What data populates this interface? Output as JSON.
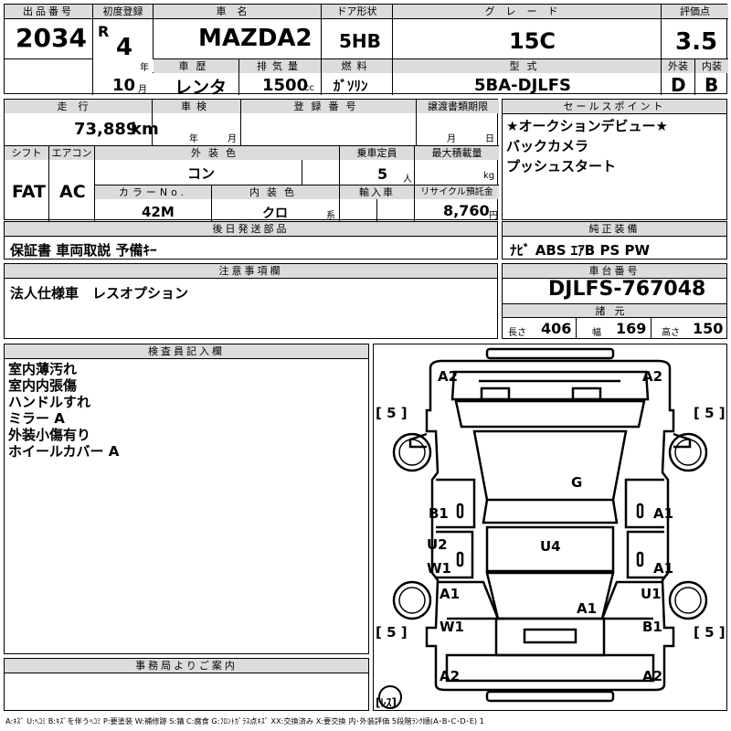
{
  "row1": {
    "lot_label": "出品番号",
    "lot_value": "2034",
    "reg_label": "初度登録",
    "reg_era": "R",
    "reg_year": "4",
    "reg_year_unit": "年",
    "reg_month": "10",
    "reg_month_unit": "月",
    "car_name_label": "車名",
    "car_name": "MAZDA2",
    "door_label": "ドア形状",
    "door_value": "5HB",
    "grade_label": "グレード",
    "grade_value": "15C",
    "score_label": "評価点",
    "score_value": "3.5",
    "history_label": "車歴",
    "history_value": "レンタ",
    "cc_label": "排気量",
    "cc_value": "1500",
    "cc_unit": "cc",
    "fuel_label": "燃料",
    "fuel_value": "ｶﾞｿﾘﾝ",
    "model_label": "型式",
    "model_value": "5BA-DJLFS",
    "ext_label": "外装",
    "ext_value": "D",
    "int_label": "内装",
    "int_value": "B"
  },
  "row2": {
    "mileage_label": "走行",
    "mileage_value": "73,889",
    "mileage_unit": "km",
    "inspection_label": "車検",
    "inspection_year_unit": "年",
    "inspection_month_unit": "月",
    "regno_label": "登録番号",
    "transfer_label": "譲渡書類期限",
    "transfer_month_unit": "月",
    "transfer_day_unit": "日",
    "shift_label": "シフト",
    "shift_value": "FAT",
    "ac_label": "エアコン",
    "ac_value": "AC",
    "color_label": "外装色",
    "color_value": "コン",
    "capacity_label": "乗車定員",
    "capacity_value": "5",
    "capacity_unit": "人",
    "load_label": "最大積載量",
    "load_unit": "kg",
    "colorno_label": "カラーNo.",
    "colorno_value": "42M",
    "interior_color_label": "内装色",
    "interior_color_value": "クロ",
    "interior_color_unit": "系",
    "import_label": "輸入車",
    "recycle_label": "リサイクル預託金",
    "recycle_value": "8,760",
    "recycle_unit": "円"
  },
  "sales": {
    "label": "セールスポイント",
    "lines": [
      "★オークションデビュー★",
      "バックカメラ",
      "プッシュスタート"
    ]
  },
  "later": {
    "label": "後日発送部品",
    "value": "保証書 車両取説 予備ｷｰ"
  },
  "equipment": {
    "label": "純正装備",
    "value": "ﾅﾋﾞ ABS ｴｱB PS PW"
  },
  "notes": {
    "label": "注意事項欄",
    "value": "法人仕様車　レスオプション"
  },
  "chassis": {
    "label": "車台番号",
    "value": "DJLFS-767048"
  },
  "specs": {
    "label": "諸元",
    "length_label": "長さ",
    "length": "406",
    "width_label": "幅",
    "width": "169",
    "height_label": "高さ",
    "height": "150"
  },
  "inspector": {
    "label": "検査員記入欄",
    "lines": [
      "室内薄汚れ",
      "室内内張傷",
      "ハンドルすれ",
      "ミラー A",
      "外装小傷有り",
      "ホイールカバー A"
    ]
  },
  "office": {
    "label": "事務局よりご案内"
  },
  "diagram": {
    "marks": {
      "front_left": "A2",
      "front_right": "A2",
      "tire_fl": "[ 5 ]",
      "tire_fr": "[ 5 ]",
      "tire_rl": "[ 5 ]",
      "tire_rr": "[ 5 ]",
      "glass": "G",
      "left_front_door": "B1",
      "right_front_door": "A1",
      "left_rear_door_u": "U2",
      "left_rear_door_w": "W1",
      "roof": "U4",
      "right_rear_door": "A1",
      "left_quarter": "A1",
      "right_quarter": "U1",
      "trunk": "A1",
      "left_rear_w": "W1",
      "right_rear_b": "B1",
      "rear_left": "A2",
      "rear_right": "A2",
      "spare": "[ﾚｽ]"
    }
  },
  "legend": "A:ｷｽﾞ U:ﾍｺﾐ B:ｷｽﾞを伴うﾍｺﾐ P:要塗装 W:補修跡 S:錆 C:腐食 G:ﾌﾛﾝﾄｶﾞﾗｽ点ｷｽﾞ XX:交換済み X:要交換 内･外装評価 5段階ﾗﾝｸ順(A･B･C･D･E) 1"
}
